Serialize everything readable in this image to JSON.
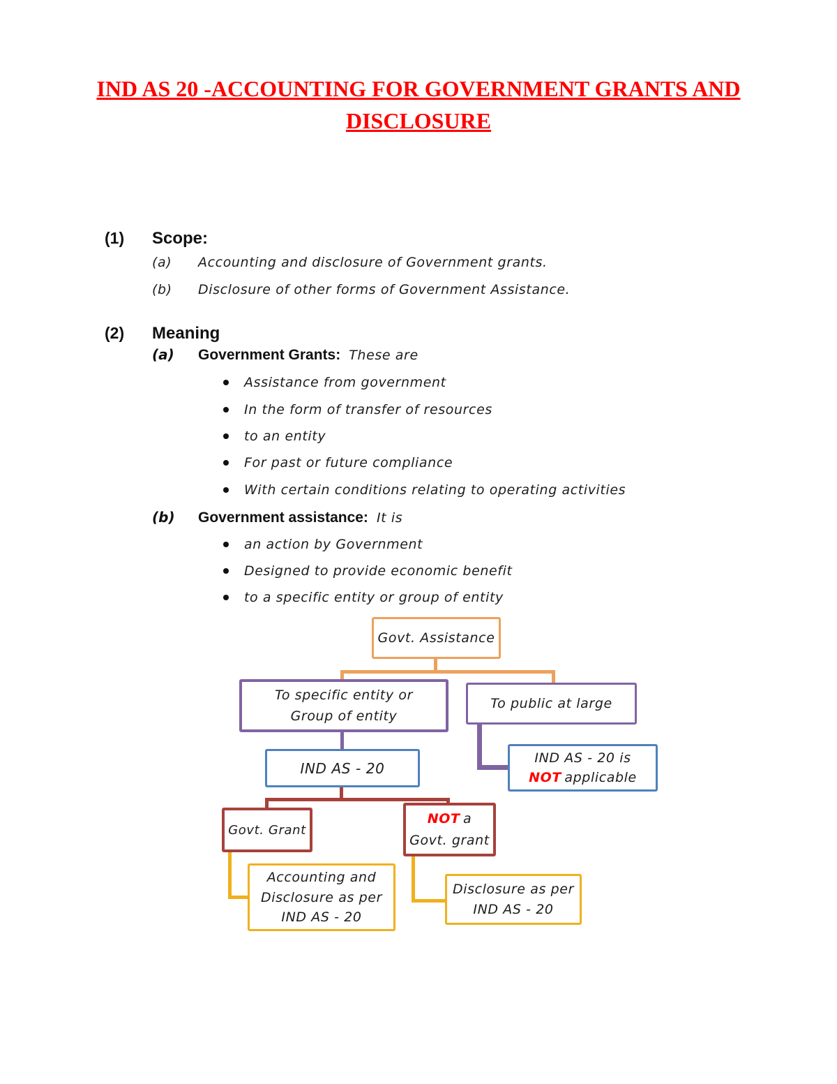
{
  "title": "IND AS 20 -ACCOUNTING FOR GOVERNMENT GRANTS AND DISCLOSURE",
  "scope": {
    "number": "(1)",
    "heading": "Scope:",
    "items": [
      {
        "label": "(a)",
        "text": "Accounting and disclosure of Government grants."
      },
      {
        "label": "(b)",
        "text": "Disclosure of other forms of Government Assistance."
      }
    ]
  },
  "meaning": {
    "number": "(2)",
    "heading": "Meaning",
    "a": {
      "label": "(a)",
      "heading": "Government Grants:",
      "lead": "These are",
      "bullets": [
        "Assistance from government",
        "In the form of transfer of resources",
        "to an entity",
        "For past or future compliance",
        "With certain conditions relating to operating activities"
      ]
    },
    "b": {
      "label": "(b)",
      "heading": "Government assistance:",
      "lead": "It is",
      "bullets": [
        "an action by Government",
        "Designed to provide economic benefit",
        "to a specific entity or group of entity"
      ]
    }
  },
  "flowchart": {
    "govt_assistance": "Govt. Assistance",
    "specific_entity_line1": "To specific entity or",
    "specific_entity_line2": "Group of entity",
    "public_at_large": "To public at large",
    "ind_as_20": "IND AS - 20",
    "not_applicable_line1": "IND AS - 20 is",
    "not_applicable_not": "NOT",
    "not_applicable_rest": "applicable",
    "govt_grant": "Govt. Grant",
    "not_govt_grant_not": "NOT",
    "not_govt_grant_rest": "a",
    "not_govt_grant_line2": "Govt. grant",
    "accounting_line1": "Accounting and",
    "accounting_line2": "Disclosure as per",
    "accounting_line3": "IND AS - 20",
    "disclosure_line1": "Disclosure as per",
    "disclosure_line2": "IND AS - 20"
  },
  "colors": {
    "title_red": "#FF0000",
    "orange": "#EDA15B",
    "purple": "#8064A2",
    "blue": "#4F81BD",
    "maroon": "#A6423C",
    "yellow": "#F0B01E",
    "not_red": "#FF0000"
  }
}
